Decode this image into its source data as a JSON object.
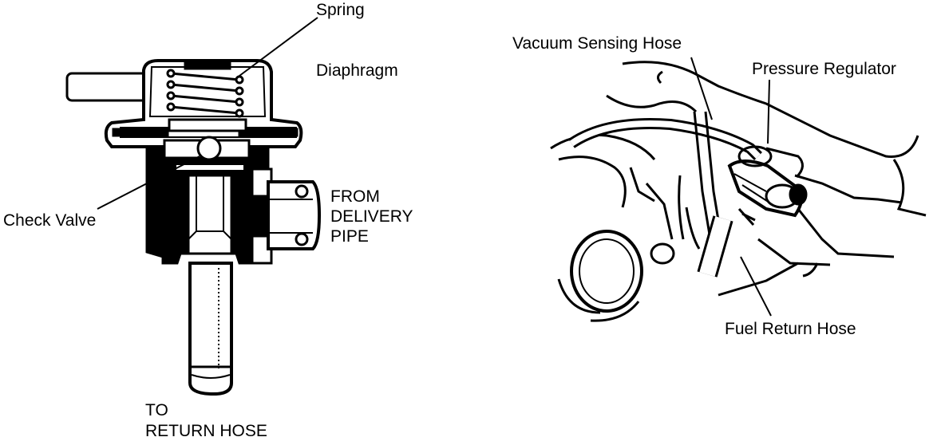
{
  "left_diagram": {
    "labels": {
      "spring": "Spring",
      "diaphragm": "Diaphragm",
      "check_valve": "Check Valve",
      "from_delivery_pipe": [
        "FROM",
        "DELIVERY",
        "PIPE"
      ],
      "to_return_hose": [
        "TO",
        "RETURN HOSE"
      ]
    }
  },
  "right_diagram": {
    "labels": {
      "vacuum_sensing_hose": "Vacuum Sensing Hose",
      "pressure_regulator": "Pressure Regulator",
      "fuel_return_hose": "Fuel Return Hose"
    }
  },
  "colors": {
    "ink": "#000000",
    "paper": "#ffffff"
  }
}
